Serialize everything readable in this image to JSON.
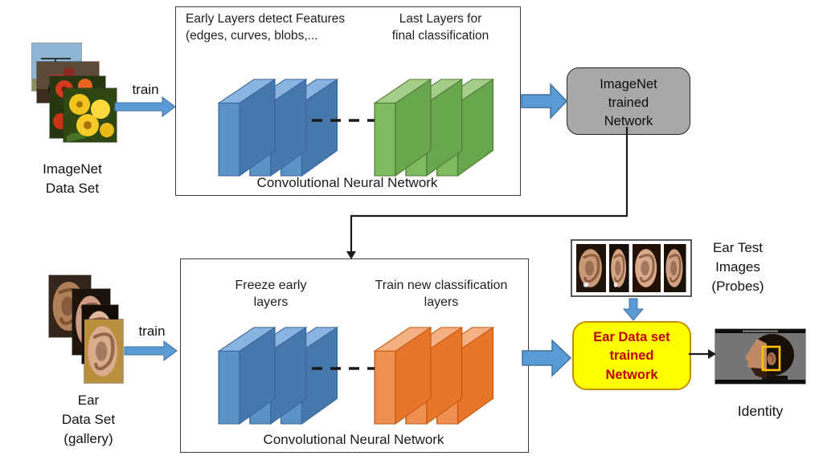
{
  "colors": {
    "arrow_blue": "#5b9bd5",
    "arrow_blue_stroke": "#41719c",
    "connector_black": "#1a1a1a",
    "box_border": "#3f3f3f",
    "imagenet_network_fill": "#a8a8a8",
    "ear_network_fill": "#ffff00",
    "ear_network_text": "#c00000",
    "ear_highlight_box": "#ffc000"
  },
  "layer_colors": {
    "blue": {
      "face": "#4678ae",
      "top": "#8ab4e0",
      "edge": "#5b93c9",
      "stroke": "#3a679c"
    },
    "green": {
      "face": "#69a74e",
      "top": "#a4ce8a",
      "edge": "#7fba60",
      "stroke": "#4f7d36"
    },
    "orange": {
      "face": "#e8762a",
      "top": "#f5b183",
      "edge": "#f09050",
      "stroke": "#c55a11"
    }
  },
  "pretrain": {
    "dataset_label": [
      "ImageNet",
      "Data Set"
    ],
    "train_label": "train",
    "box": {
      "early_note": [
        "Early Layers detect Features",
        "(edges, curves, blobs,..."
      ],
      "last_note": [
        "Last Layers for",
        "final classification"
      ],
      "caption": "Convolutional Neural Network"
    },
    "network_label": [
      "ImageNet",
      "trained",
      "Network"
    ]
  },
  "finetune": {
    "dataset_label": [
      "Ear",
      "Data Set",
      "(gallery)"
    ],
    "train_label": "train",
    "box": {
      "freeze_note": [
        "Freeze early",
        "layers"
      ],
      "new_note": [
        "Train new classification",
        "layers"
      ],
      "caption": "Convolutional Neural Network"
    },
    "probes_label": [
      "Ear Test",
      "Images",
      "(Probes)"
    ],
    "network_label": [
      "Ear Data set",
      "trained",
      "Network"
    ],
    "identity_label": "Identity"
  }
}
